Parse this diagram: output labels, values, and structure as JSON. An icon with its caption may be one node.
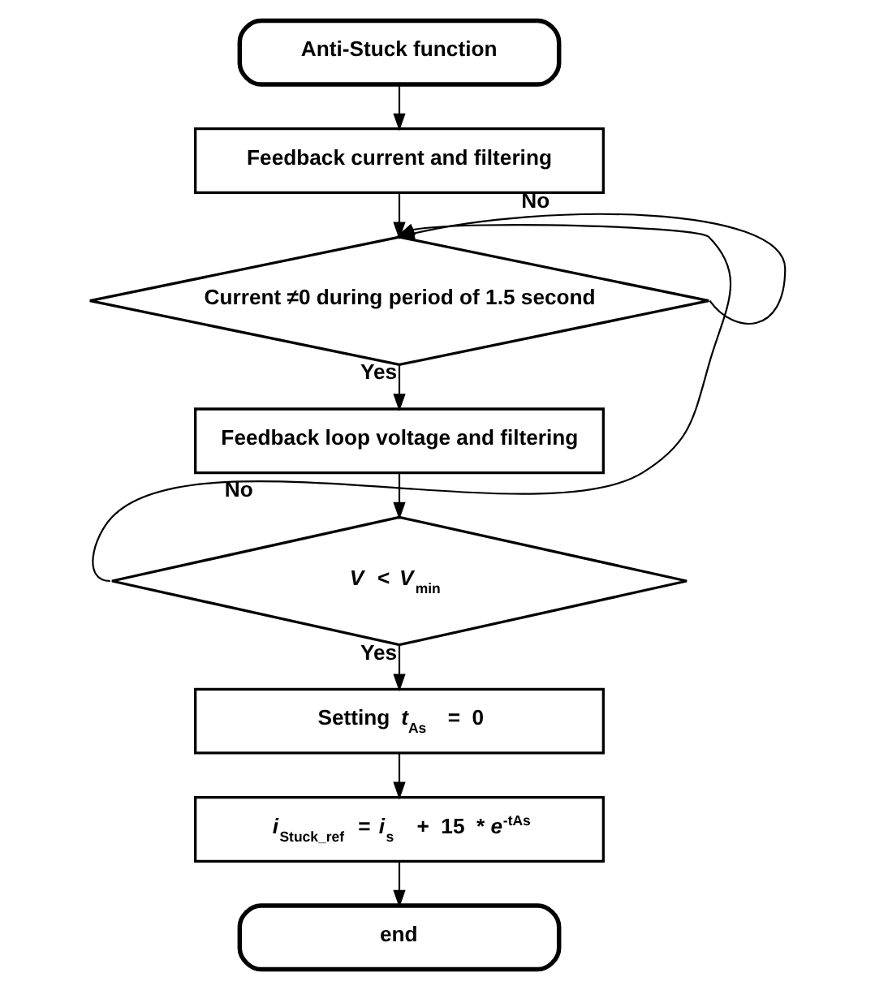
{
  "diagram": {
    "nodes": [
      {
        "text": [
          "Anti-Stuck function"
        ]
      },
      {
        "text": [
          "Feedback current and filtering"
        ]
      },
      {
        "text": [
          "Current ≠0 during period of 1.5 second"
        ]
      },
      {
        "text": [
          "Feedback loop voltage and filtering"
        ]
      },
      {
        "text": [
          "*V* < *V*$_{min}$"
        ]
      },
      {
        "text": [
          "Setting *t*$_{As}$ = 0"
        ]
      },
      {
        "text": [
          "*i*$_{Stuck_ref}$ = *i*$_{s}$ + 15 * *e*$^{-tAs}$"
        ]
      },
      {
        "text": [
          "end"
        ]
      }
    ],
    "edges": [
      {
        "from": 0,
        "to": 1,
        "arrow": "to"
      },
      {
        "from": 1,
        "to": 2,
        "arrow": "to"
      },
      {
        "from": 2,
        "to": 3,
        "label": "Yes",
        "arrow": "to"
      },
      {
        "from": 2,
        "to": 2,
        "label": "No",
        "arrow": "to"
      },
      {
        "from": 3,
        "to": 4,
        "arrow": "to"
      },
      {
        "from": 4,
        "to": 2,
        "label": "No",
        "arrow": "to"
      },
      {
        "from": 4,
        "to": 5,
        "label": "Yes",
        "arrow": "to"
      },
      {
        "from": 5,
        "to": 6,
        "arrow": "to"
      },
      {
        "from": 6,
        "to": 7,
        "arrow": "to"
      }
    ]
  }
}
